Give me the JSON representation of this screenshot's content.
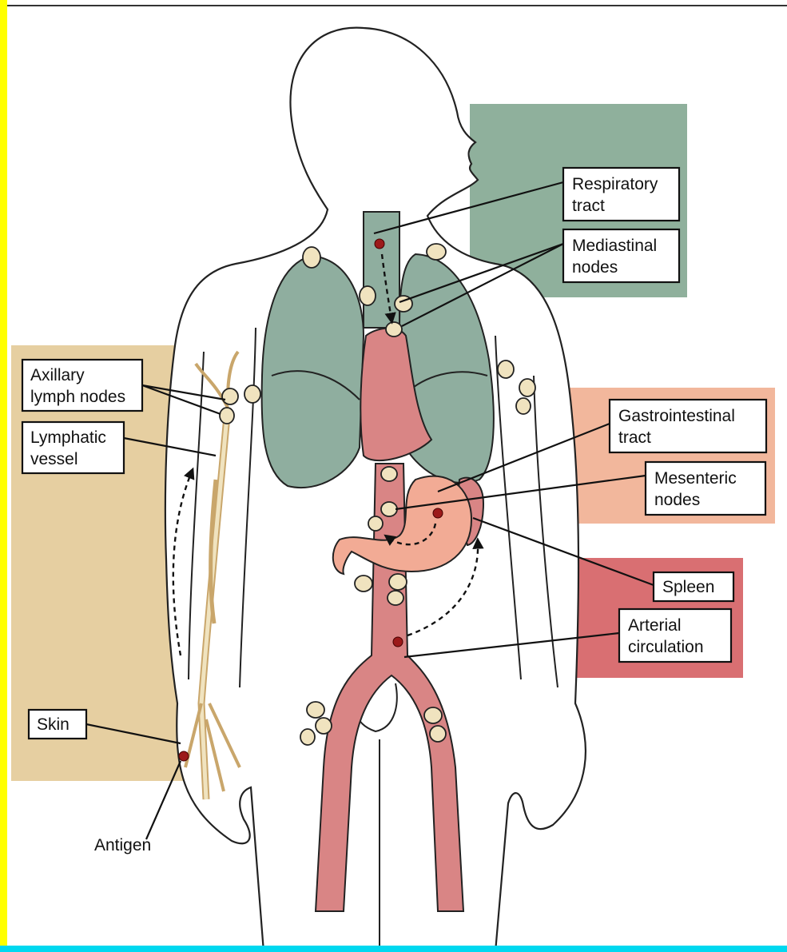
{
  "labels": {
    "respiratory": [
      "Respiratory",
      "tract"
    ],
    "mediastinal": [
      "Mediastinal",
      "nodes"
    ],
    "axillary": [
      "Axillary",
      "lymph nodes"
    ],
    "lymphatic": [
      "Lymphatic",
      "vessel"
    ],
    "gastrointestinal": [
      "Gastrointestinal",
      "tract"
    ],
    "mesenteric": [
      "Mesenteric",
      "nodes"
    ],
    "spleen": [
      "Spleen"
    ],
    "arterial": [
      "Arterial",
      "circulation"
    ],
    "skin": [
      "Skin"
    ],
    "antigen": "Antigen"
  },
  "colors": {
    "respiratory_panel": "#8fb09c",
    "lung": "#8fae9f",
    "skin_panel": "#e6cfa1",
    "gi_panel": "#f2b79c",
    "circulation_panel": "#d96f72",
    "blood_vessel": "#d98585",
    "stomach": "#f2ab95",
    "lymph_node": "#f0e3bf",
    "antigen_dot": "#9c1a1a",
    "left_border": "#ffff00",
    "bottom_border": "#00d8f0"
  }
}
